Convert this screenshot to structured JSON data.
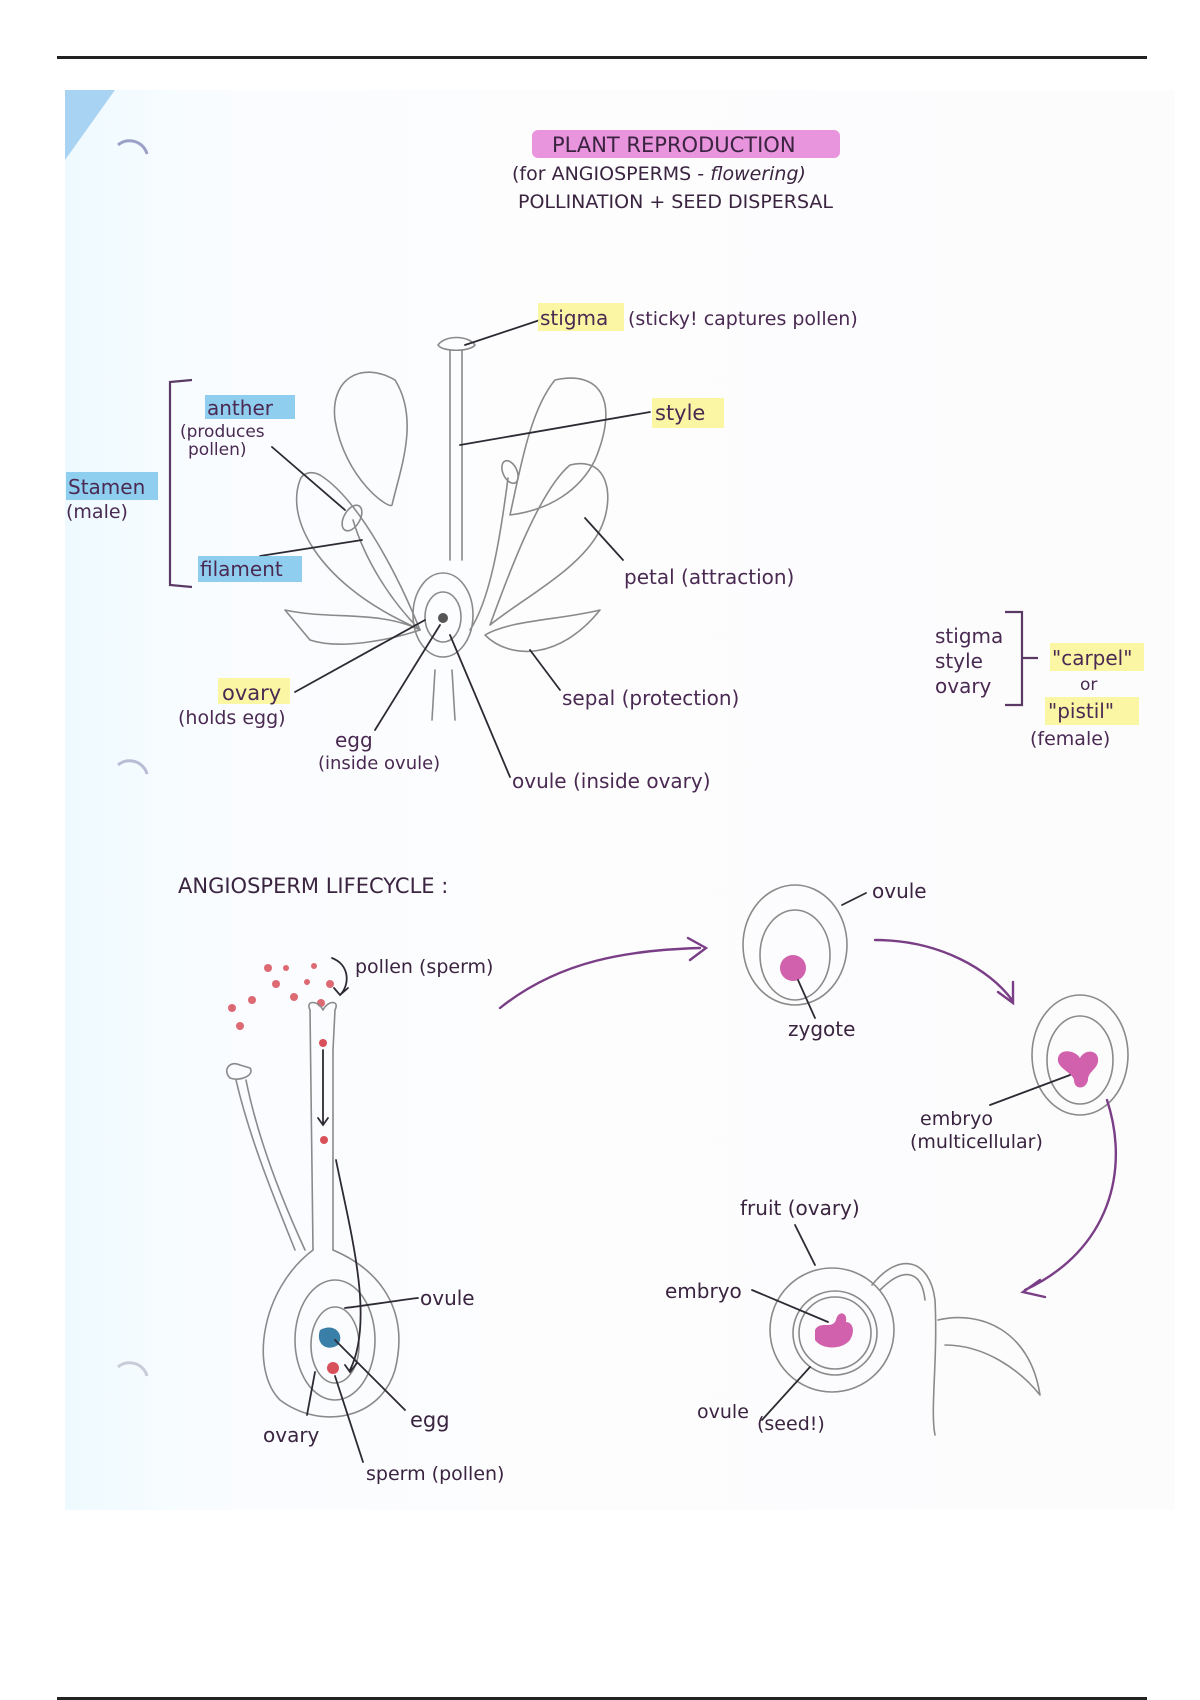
{
  "title": {
    "main": "PLANT REPRODUCTION",
    "line2": "(for ANGIOSPERMS -",
    "line2_italic": "flowering)",
    "line3": "POLLINATION + SEED DISPERSAL"
  },
  "flower_labels": {
    "stigma": "stigma",
    "stigma_note": "(sticky! captures pollen)",
    "style": "style",
    "anther": "anther",
    "anther_note_1": "(produces",
    "anther_note_2": "pollen)",
    "stamen": "Stamen",
    "stamen_note": "(male)",
    "filament": "filament",
    "petal": "petal (attraction)",
    "ovary": "ovary",
    "ovary_note": "(holds egg)",
    "egg": "egg",
    "egg_note": "(inside ovule)",
    "ovule": "ovule (inside ovary)",
    "sepal": "sepal (protection)"
  },
  "carpel_box": {
    "parts": [
      "stigma",
      "style",
      "ovary"
    ],
    "name1": "\"carpel\"",
    "or": "or",
    "name2": "\"pistil\"",
    "note": "(female)"
  },
  "lifecycle": {
    "heading": "ANGIOSPERM LIFECYCLE :",
    "pollen": "pollen (sperm)",
    "ovule_left": "ovule",
    "egg": "egg",
    "ovary": "ovary",
    "sperm": "sperm (pollen)",
    "ovule_top": "ovule",
    "zygote": "zygote",
    "embryo": "embryo",
    "embryo_note": "(multicellular)",
    "fruit": "fruit (ovary)",
    "embryo_fruit": "embryo",
    "ovule_seed": "ovule",
    "seed_note": "(seed!)"
  },
  "colors": {
    "highlight_pink": "#e27ad6",
    "highlight_yellow": "#fbf59a",
    "highlight_blue": "#7cc6ec",
    "ink_purple": "#7a3e86",
    "zygote_magenta": "#c9459f",
    "egg_blue": "#3a7fa8",
    "pollen_red": "#d8505a"
  }
}
